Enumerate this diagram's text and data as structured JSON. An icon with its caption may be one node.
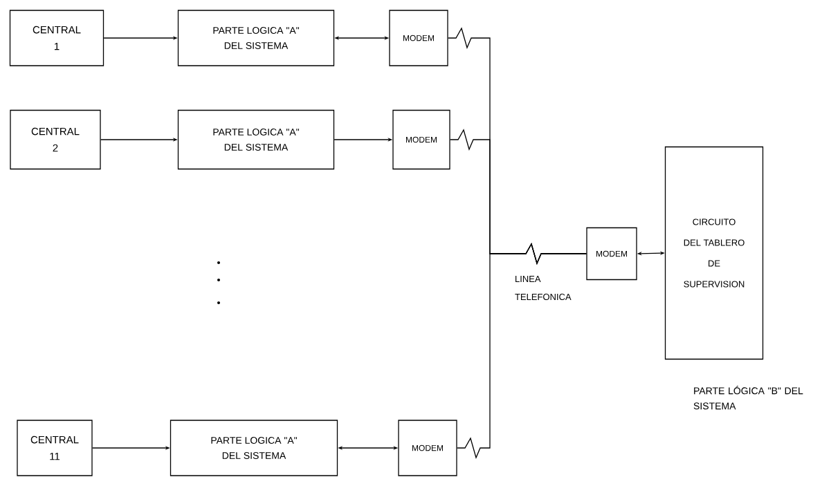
{
  "diagram": {
    "nodes": [
      {
        "text": [
          "CENTRAL 1"
        ]
      },
      {
        "text": [
          "PARTE LOGICA \"A\" DEL SISTEMA"
        ]
      },
      {
        "text": [
          "MODEM"
        ]
      },
      {
        "text": [
          "CENTRAL 2"
        ]
      },
      {
        "text": [
          "PARTE LOGICA \"A\" DEL SISTEMA"
        ]
      },
      {
        "text": [
          "MODEM"
        ]
      },
      {
        "text": [
          "CENTRAL 11"
        ]
      },
      {
        "text": [
          "PARTE LOGICA \"A\" DEL SISTEMA"
        ]
      },
      {
        "text": [
          "MODEM"
        ]
      },
      {
        "text": [
          "MODEM"
        ]
      },
      {
        "text": [
          "CIRCUITO DEL TABLERO DE SUPERVISION"
        ],
        "beside": [
          "PARTE LÓGICA \"B\" DEL SISTEMA"
        ]
      }
    ],
    "edges": [
      {
        "from": 0,
        "to": 1,
        "arrow": "to"
      },
      {
        "from": 1,
        "to": 2,
        "arrow": "both"
      },
      {
        "from": 3,
        "to": 4,
        "arrow": "to"
      },
      {
        "from": 4,
        "to": 5,
        "arrow": "to"
      },
      {
        "from": 6,
        "to": 7,
        "arrow": "to"
      },
      {
        "from": 7,
        "to": 8,
        "arrow": "both"
      },
      {
        "from": 2,
        "to": 9,
        "arrow": "none"
      },
      {
        "from": 5,
        "to": 9,
        "arrow": "none"
      },
      {
        "from": 8,
        "to": 9,
        "arrow": "none"
      },
      {
        "from": 9,
        "to": 10,
        "arrow": "both"
      }
    ],
    "labels": [
      "LINEA TELEFONICA"
    ]
  }
}
